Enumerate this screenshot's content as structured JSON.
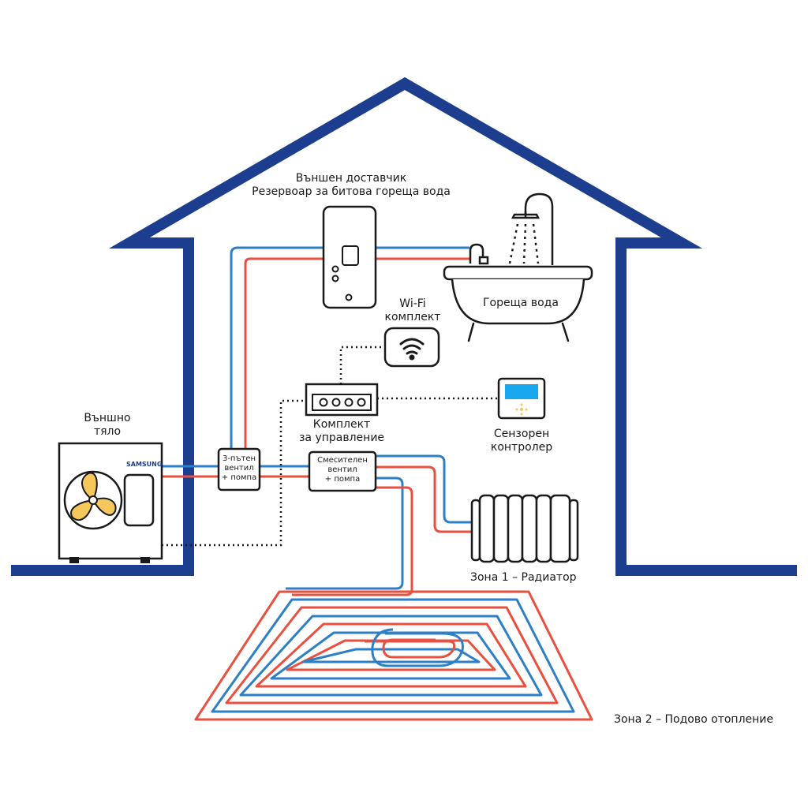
{
  "colors": {
    "house": "#1d3e8e",
    "hot": "#e9503f",
    "cold": "#2d7fc6",
    "outline": "#1a1a1a",
    "fan": "#f6c75a",
    "screen": "#19a8f0",
    "brand": "#1d3e8e"
  },
  "outdoor_unit": {
    "title_line1": "Външно",
    "title_line2": "тяло",
    "brand": "SAMSUNG"
  },
  "tank": {
    "title_line1": "Външен доставчик",
    "title_line2": "Резервоар за битова гореща вода"
  },
  "bath": {
    "label": "Гореща вода"
  },
  "wifi": {
    "title_line1": "Wi-Fi",
    "title_line2": "комплект"
  },
  "control_kit": {
    "title_line1": "Комплект",
    "title_line2": "за управление"
  },
  "controller": {
    "title_line1": "Сензорен",
    "title_line2": "контролер"
  },
  "valve3": {
    "line1": "3-пътен",
    "line2": "вентил",
    "line3": "+ помпа"
  },
  "mixing": {
    "line1": "Смесителен",
    "line2": "вентил",
    "line3": "+ помпа"
  },
  "zone1": {
    "label": "Зона 1 – Радиатор"
  },
  "zone2": {
    "label": "Зона 2 – Подово отопление"
  }
}
